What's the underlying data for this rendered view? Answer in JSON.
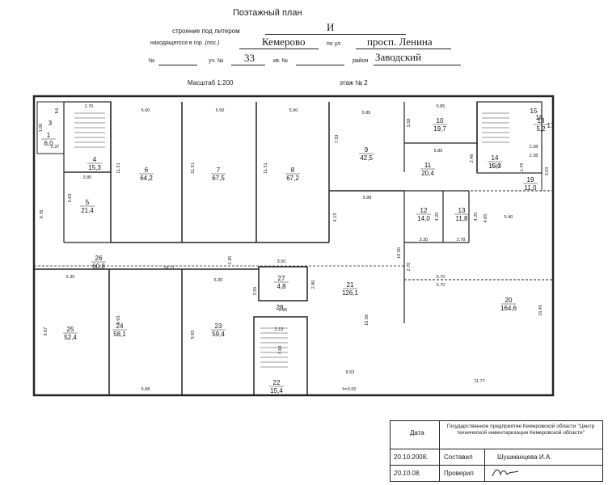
{
  "header": {
    "title": "Поэтажный план",
    "building_label": "строение под   литером",
    "litera": "И",
    "located_label": "находящегося в гор   .(пос.)",
    "city": "Кемерово",
    "street_label": "по ул",
    "street": "просп. Ленина",
    "num_label": "№",
    "uch_label": "уч.  №",
    "uch_value": "33",
    "kv_label": "кв.  №",
    "district_label": "район",
    "district": "Заводский",
    "scale": "Масштаб 1:200",
    "floor": "этаж № 2"
  },
  "rooms": [
    {
      "num": "1",
      "area": "6,0"
    },
    {
      "num": "2",
      "area": ""
    },
    {
      "num": "3",
      "area": ""
    },
    {
      "num": "4",
      "area": "15,3"
    },
    {
      "num": "5",
      "area": "21,4"
    },
    {
      "num": "6",
      "area": "64,2"
    },
    {
      "num": "7",
      "area": "67,5"
    },
    {
      "num": "8",
      "area": "67,2"
    },
    {
      "num": "9",
      "area": "42,5"
    },
    {
      "num": "10",
      "area": "19,7"
    },
    {
      "num": "11",
      "area": "20,4"
    },
    {
      "num": "12",
      "area": "14,0"
    },
    {
      "num": "13",
      "area": "11,8"
    },
    {
      "num": "14",
      "area": "15,3"
    },
    {
      "num": "15",
      "area": ""
    },
    {
      "num": "16",
      "area": ""
    },
    {
      "num": "17",
      "area": ""
    },
    {
      "num": "18",
      "area": "5,2"
    },
    {
      "num": "19",
      "area": "11,0"
    },
    {
      "num": "20",
      "area": "164,6"
    },
    {
      "num": "21",
      "area": "126,1"
    },
    {
      "num": "22",
      "area": "15,4"
    },
    {
      "num": "23",
      "area": "59,4"
    },
    {
      "num": "24",
      "area": "58,1"
    },
    {
      "num": "25",
      "area": "52,4"
    },
    {
      "num": "26",
      "area": "60,8"
    },
    {
      "num": "27",
      "area": "4,8"
    },
    {
      "num": "28",
      "area": ""
    }
  ],
  "dims": [
    "2.70",
    "5.60",
    "5.90",
    "5.90",
    "5.85",
    "5.85",
    "1.00",
    "2.37",
    "3.80",
    "5.63",
    "9.76",
    "11.51",
    "11.51",
    "11.51",
    "7.33",
    "3.58",
    "5.85",
    "2.48",
    "1.79",
    "2.38",
    "2.10",
    "2.38",
    "3.03",
    "5.88",
    "4.13",
    "4.25",
    "4.25",
    "4.65",
    "5.40",
    "3.30",
    "2.78",
    "18.11",
    "2.30",
    "3.50",
    "2.80",
    "10.50",
    "2.70",
    "5.70",
    "5.70",
    "5.35",
    "6.30",
    "3.55",
    "2.86",
    "2.13",
    "9.67",
    "9.93",
    "9.93",
    "7.64",
    "16.56",
    "16.45",
    "5.88",
    "8.53",
    "11.77",
    "h=3.00"
  ],
  "stamp": {
    "date_label": "Дата",
    "org": "Государственное предприятие Кемеровской области \"Центр технической инвентаризации Кемеровской области\"",
    "date1": "20.10.2008.",
    "role1": "Составил",
    "name1": "Шушманцева И.А.",
    "date2": "20.10.08.",
    "role2": "Проверил"
  }
}
